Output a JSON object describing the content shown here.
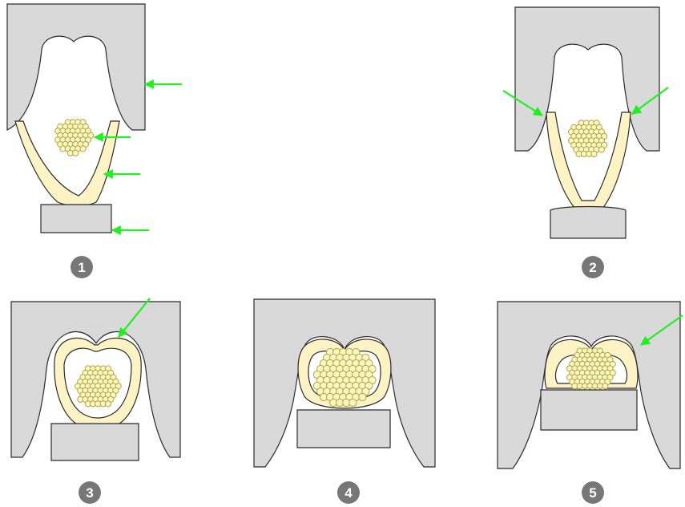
{
  "colors": {
    "tool_fill": "#d9d9d9",
    "outline": "#2b2b2b",
    "shell_fill": "#fdf3c4",
    "wire": "#a9a547",
    "wire_fill": "#fff7bf",
    "arrow": "#22ee22",
    "badge": "#777777",
    "badge_text": "#ffffff"
  },
  "steps": [
    {
      "number": "1"
    },
    {
      "number": "2"
    },
    {
      "number": "3"
    },
    {
      "number": "4"
    },
    {
      "number": "5"
    }
  ]
}
